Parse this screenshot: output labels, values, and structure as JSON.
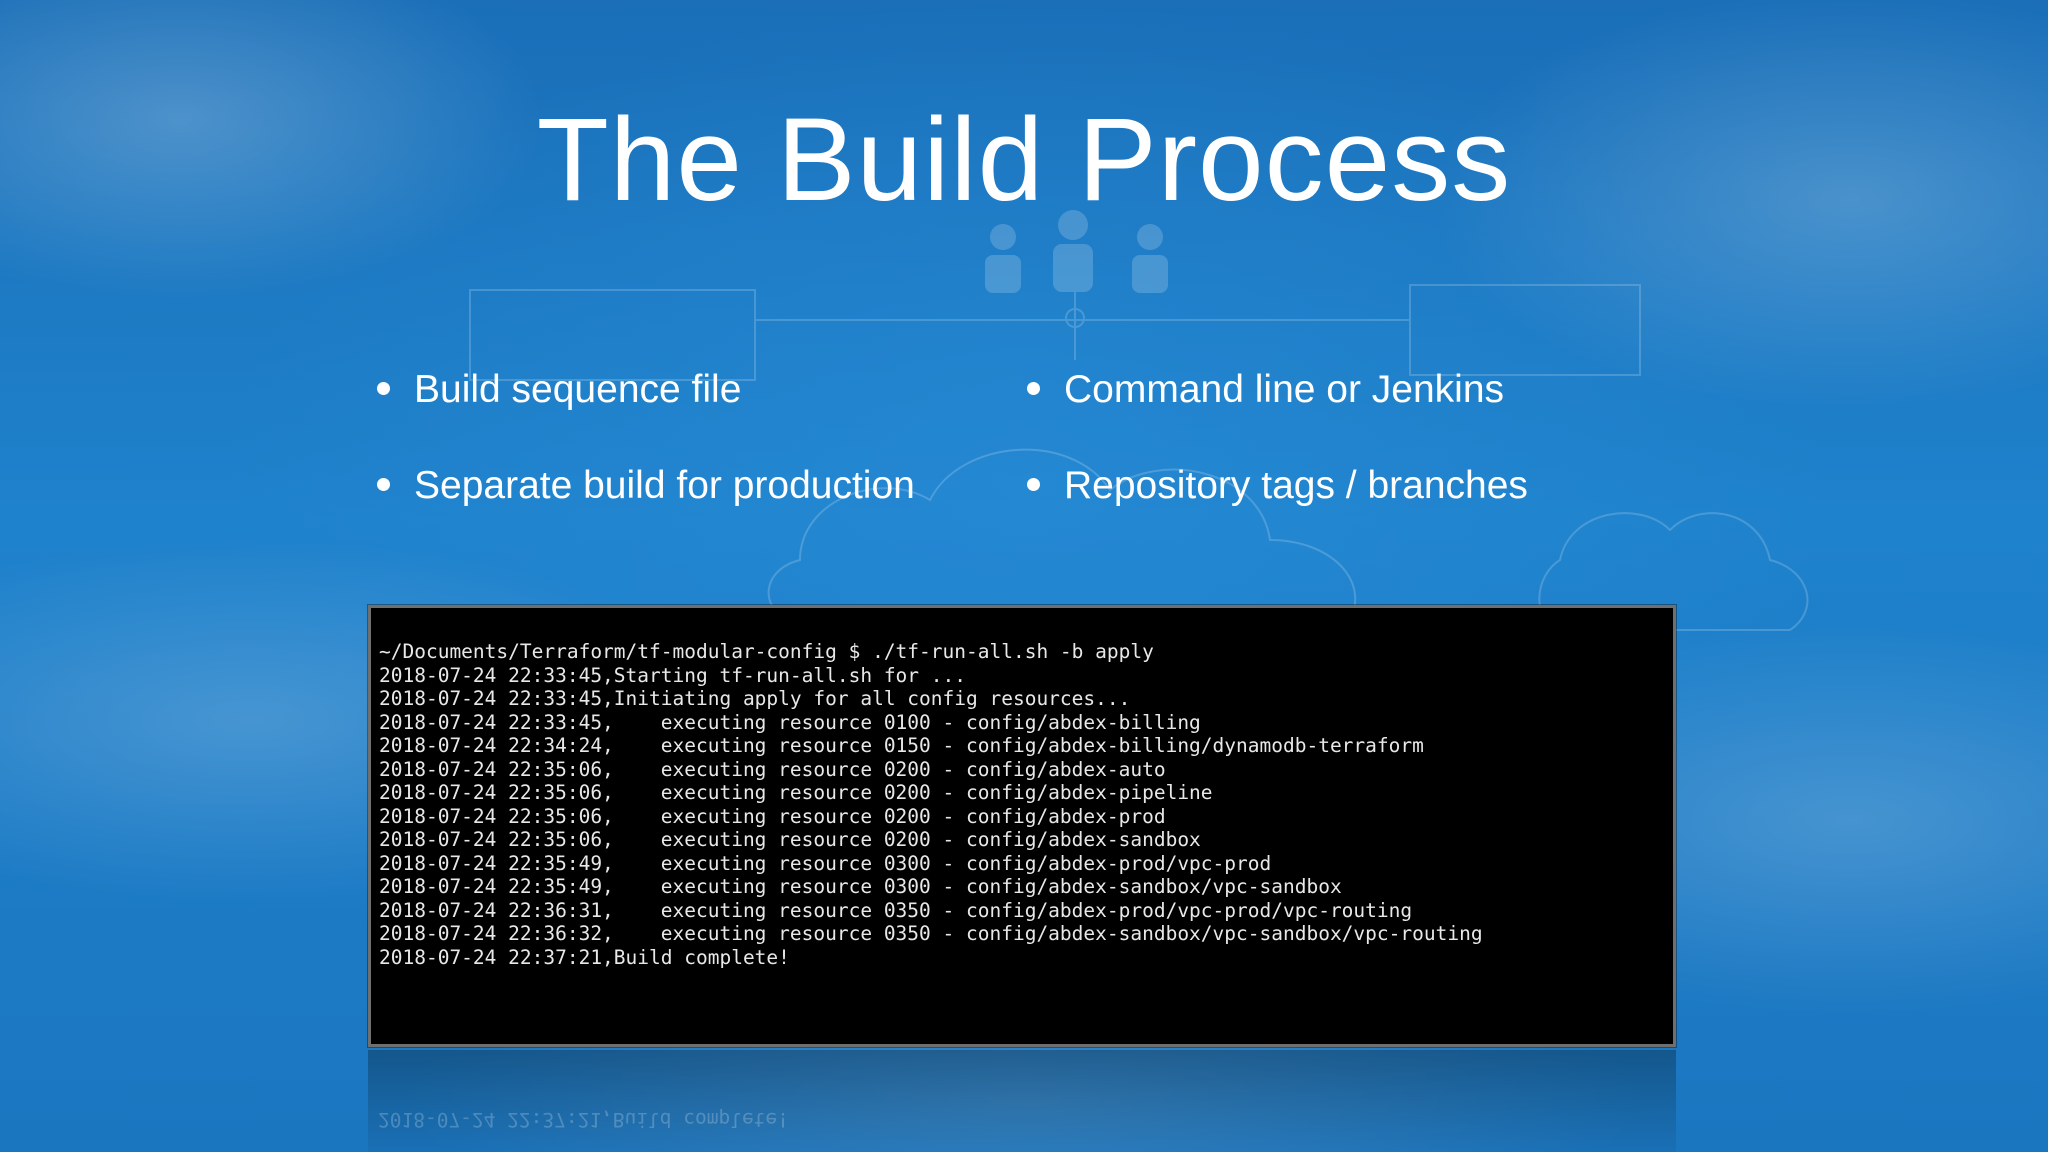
{
  "slide": {
    "title": "The Build Process"
  },
  "bullets": [
    "Build sequence file",
    "Command line or Jenkins",
    "Separate build for production",
    "Repository tags / branches"
  ],
  "terminal": {
    "lines": [
      "~/Documents/Terraform/tf-modular-config $ ./tf-run-all.sh -b apply",
      "2018-07-24 22:33:45,Starting tf-run-all.sh for ...",
      "2018-07-24 22:33:45,Initiating apply for all config resources...",
      "2018-07-24 22:33:45,    executing resource 0100 - config/abdex-billing",
      "2018-07-24 22:34:24,    executing resource 0150 - config/abdex-billing/dynamodb-terraform",
      "2018-07-24 22:35:06,    executing resource 0200 - config/abdex-auto",
      "2018-07-24 22:35:06,    executing resource 0200 - config/abdex-pipeline",
      "2018-07-24 22:35:06,    executing resource 0200 - config/abdex-prod",
      "2018-07-24 22:35:06,    executing resource 0200 - config/abdex-sandbox",
      "2018-07-24 22:35:49,    executing resource 0300 - config/abdex-prod/vpc-prod",
      "2018-07-24 22:35:49,    executing resource 0300 - config/abdex-sandbox/vpc-sandbox",
      "2018-07-24 22:36:31,    executing resource 0350 - config/abdex-prod/vpc-prod/vpc-routing",
      "2018-07-24 22:36:32,    executing resource 0350 - config/abdex-sandbox/vpc-sandbox/vpc-routing",
      "2018-07-24 22:37:21,Build complete!"
    ],
    "reflection": "2018-07-24 22:37:21,Build complete!"
  }
}
